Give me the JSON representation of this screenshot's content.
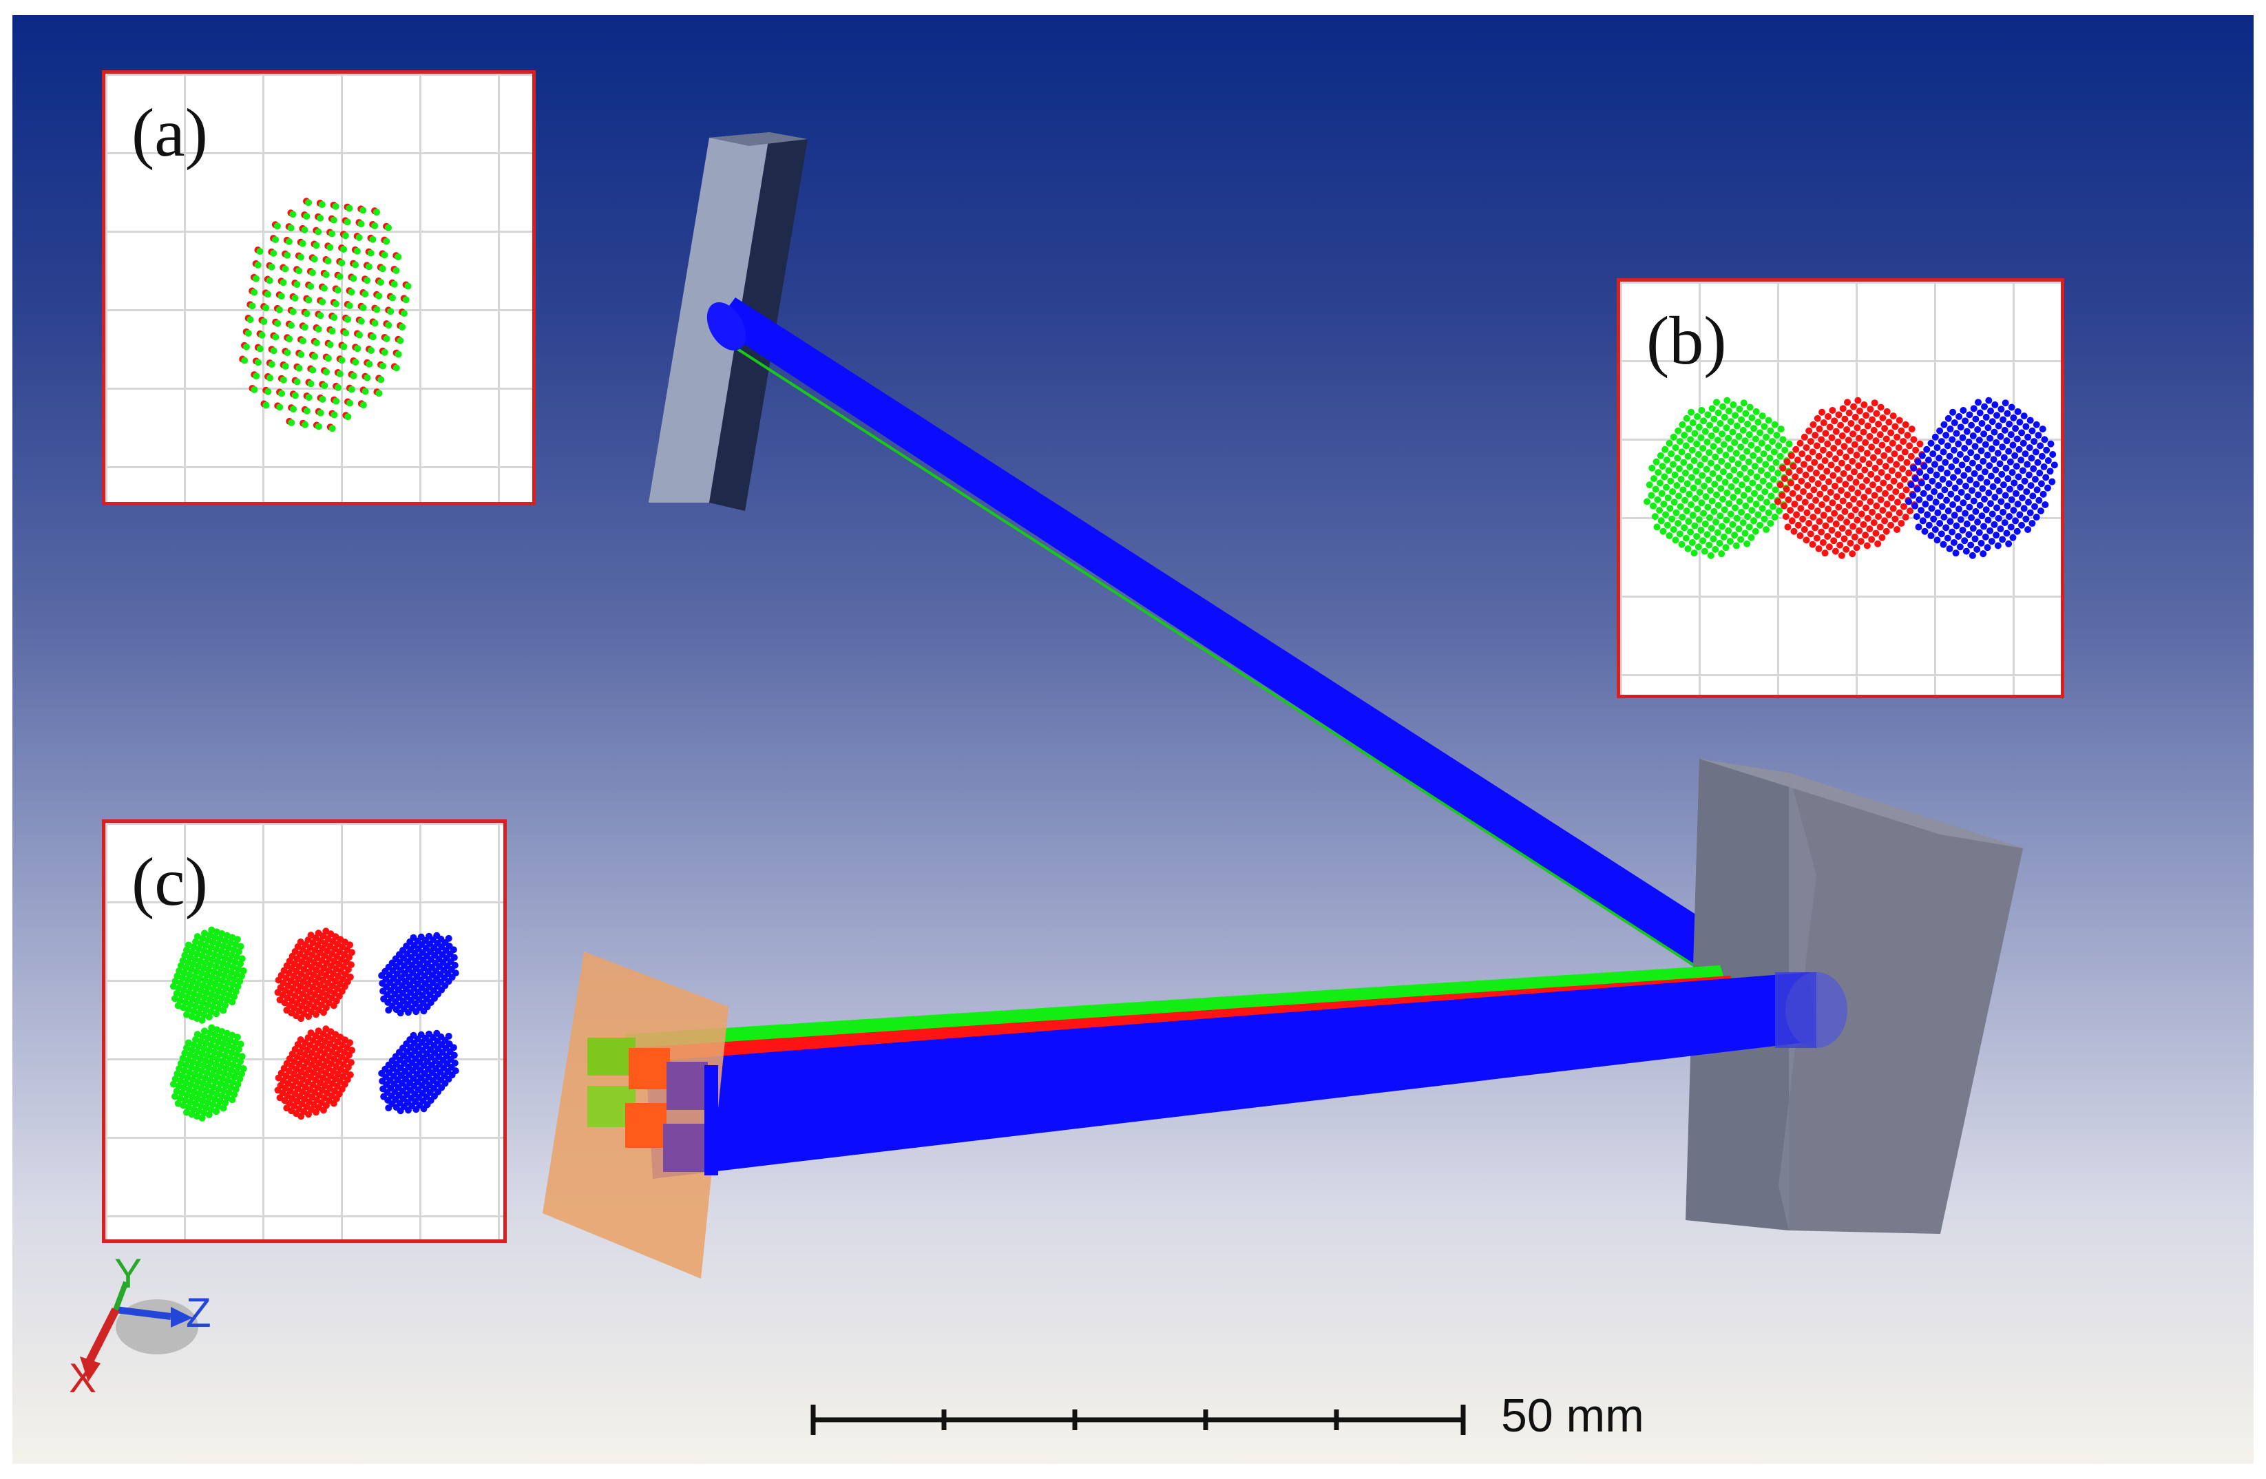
{
  "insets": {
    "a": {
      "label": "(a)"
    },
    "b": {
      "label": "(b)"
    },
    "c": {
      "label": "(c)"
    }
  },
  "scale_bar": {
    "label": "50 mm"
  },
  "triad": {
    "x_label": "X",
    "y_label": "Y",
    "z_label": "Z"
  },
  "colors": {
    "beam_blue": "#0a0aff",
    "beam_red": "#ff1010",
    "beam_green": "#11ee11",
    "inset_border": "#d82020"
  }
}
